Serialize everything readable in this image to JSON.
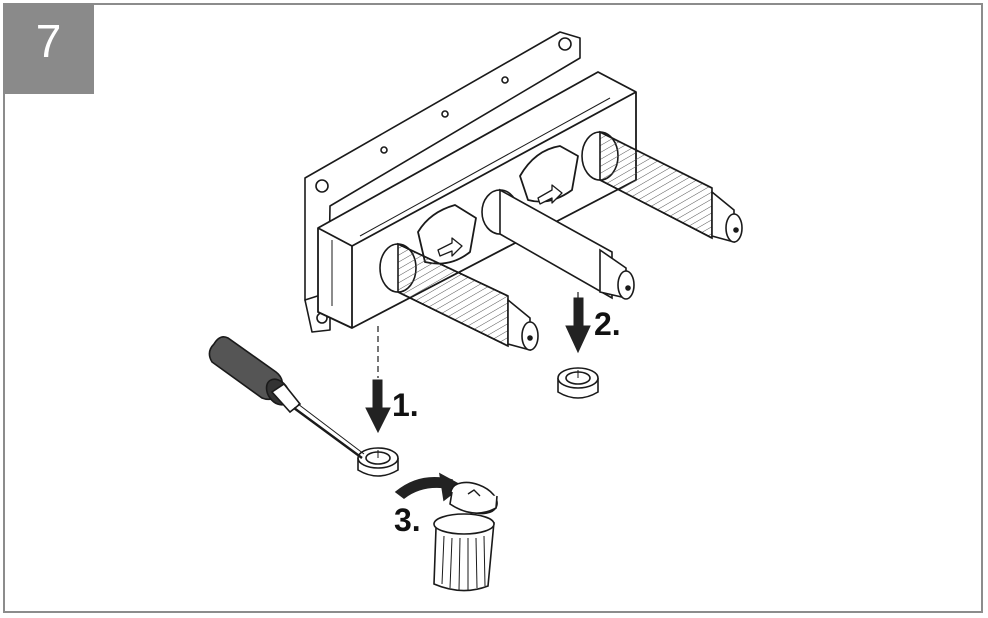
{
  "step": {
    "number": "7"
  },
  "labels": {
    "step1": "1.",
    "step2": "2.",
    "step3": "3."
  },
  "colors": {
    "step_box": "#8a8a8a",
    "frame": "#8c8c8c",
    "line": "#1a1a1a"
  },
  "icons": [
    "screwdriver-icon",
    "down-arrow-icon",
    "curved-arrow-icon",
    "cap-icon",
    "bin-icon"
  ]
}
